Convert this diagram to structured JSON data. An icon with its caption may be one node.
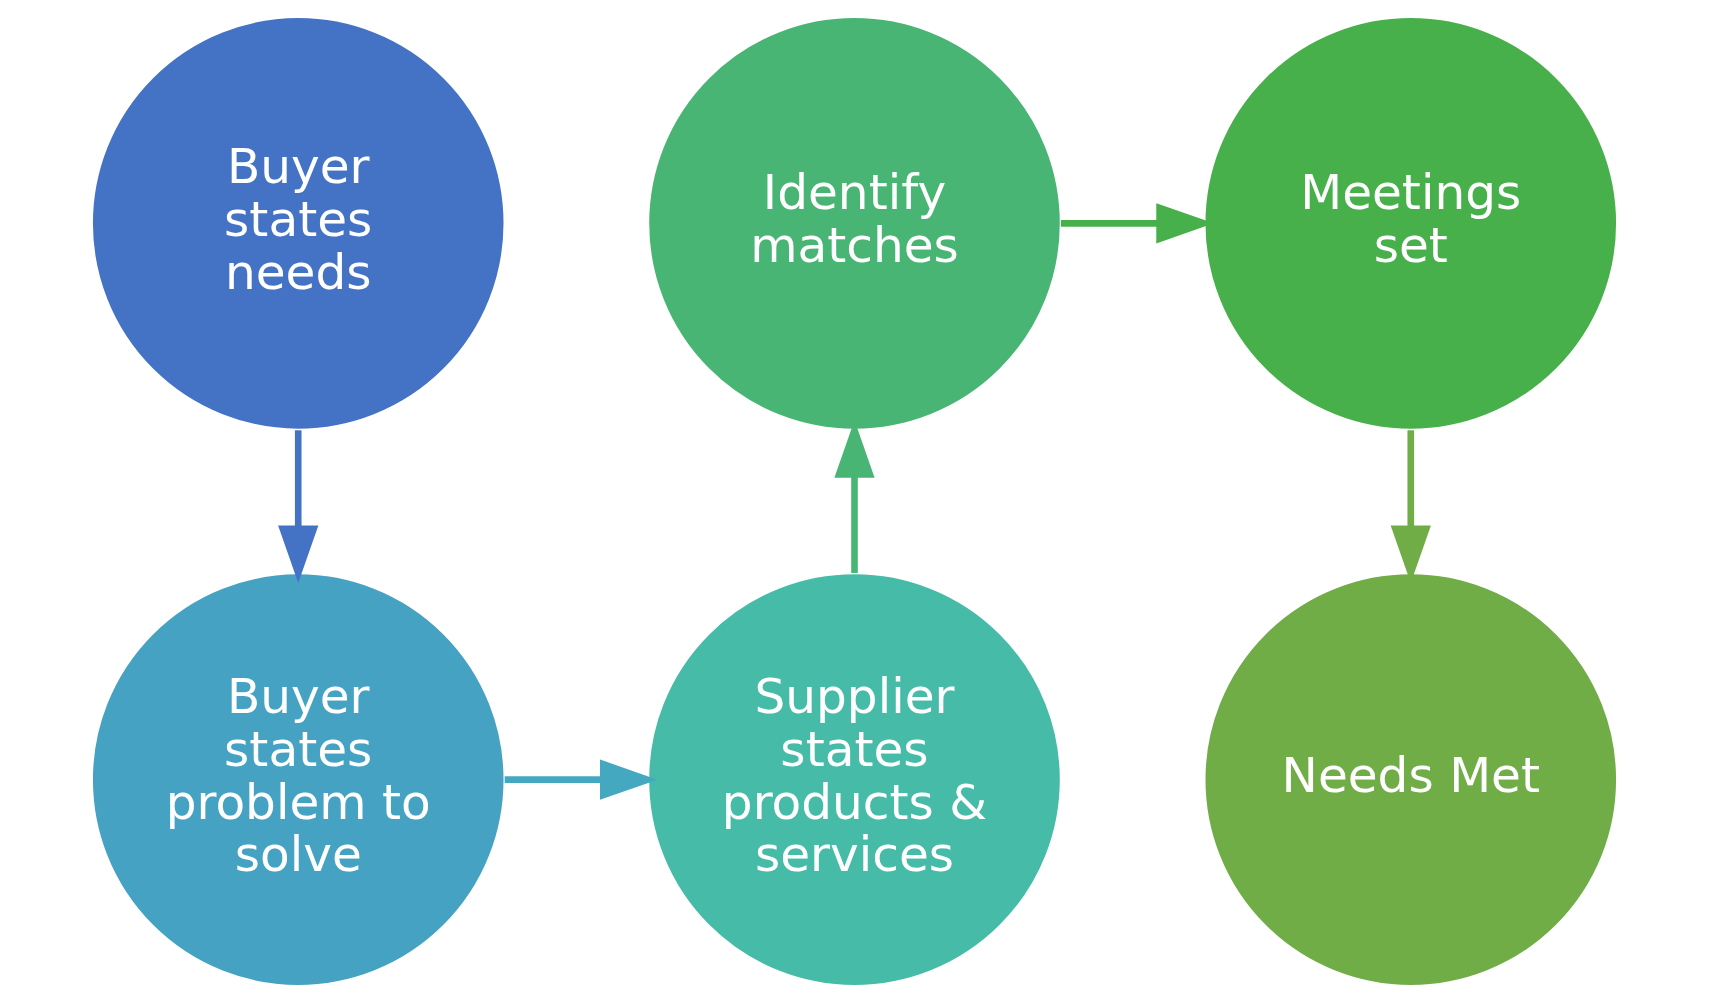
{
  "diagram": {
    "nodes": [
      {
        "text": [
          "Buyer states needs"
        ]
      },
      {
        "text": [
          "Identify matches"
        ]
      },
      {
        "text": [
          "Meetings set"
        ]
      },
      {
        "text": [
          "Buyer states problem to solve"
        ]
      },
      {
        "text": [
          "Supplier states products & services"
        ]
      },
      {
        "text": [
          "Needs Met"
        ]
      }
    ],
    "edges": [
      {
        "from": 0,
        "to": 3,
        "arrow": "to",
        "color": "#4472c4"
      },
      {
        "from": 3,
        "to": 4,
        "arrow": "to",
        "color": "#44a8c0"
      },
      {
        "from": 4,
        "to": 1,
        "arrow": "to",
        "color": "#48b574"
      },
      {
        "from": 1,
        "to": 2,
        "arrow": "to",
        "color": "#47b04b"
      },
      {
        "from": 2,
        "to": 5,
        "arrow": "to",
        "color": "#70ad47"
      }
    ]
  }
}
